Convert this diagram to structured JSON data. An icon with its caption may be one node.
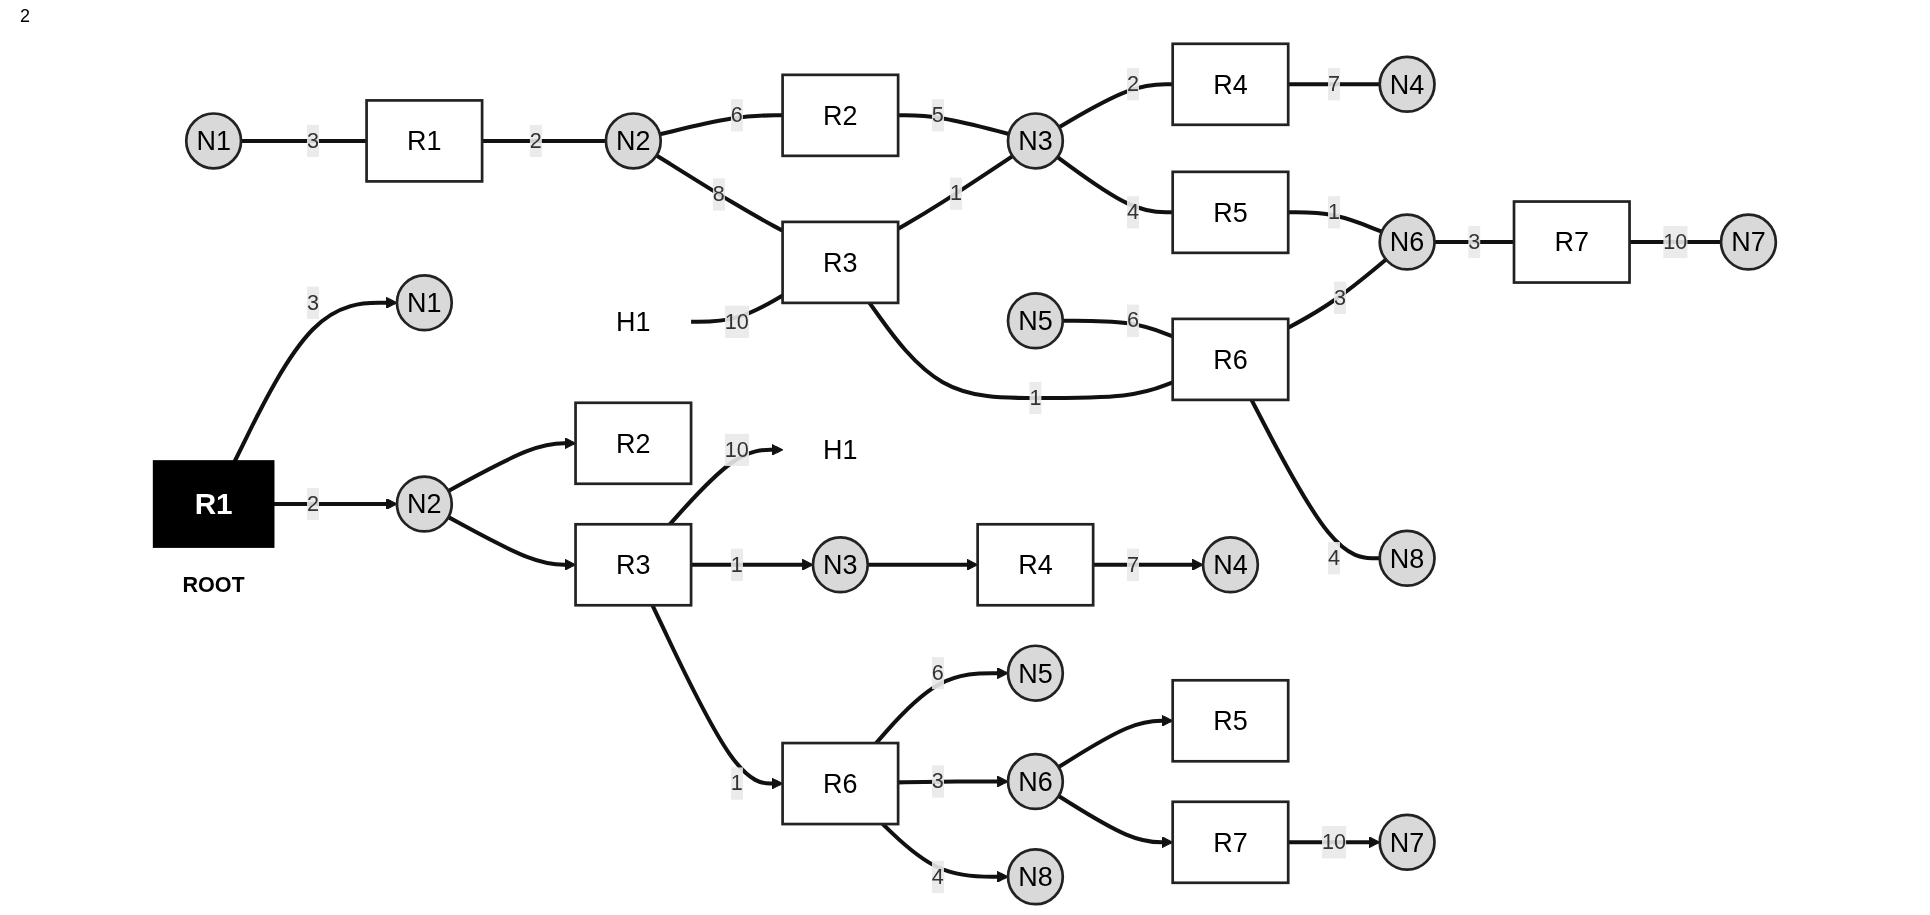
{
  "diagram": {
    "nodes": [
      {
        "text": [
          "N1"
        ]
      },
      {
        "text": [
          "R1"
        ]
      },
      {
        "text": [
          "N2"
        ]
      },
      {
        "text": [
          "R2"
        ]
      },
      {
        "text": [
          "H1"
        ]
      },
      {
        "text": [
          "R3"
        ]
      },
      {
        "text": [
          "N3"
        ]
      },
      {
        "text": [
          "R4"
        ]
      },
      {
        "text": [
          "N4"
        ]
      },
      {
        "text": [
          "R5"
        ]
      },
      {
        "text": [
          "N5"
        ]
      },
      {
        "text": [
          "R6"
        ]
      },
      {
        "text": [
          "N6"
        ]
      },
      {
        "text": [
          "R7"
        ]
      },
      {
        "text": [
          "N7"
        ]
      },
      {
        "text": [
          "N8"
        ]
      },
      {
        "text": [
          "N1"
        ]
      },
      {
        "text": [
          "R1"
        ],
        "beside": [
          "ROOT"
        ]
      },
      {
        "text": [
          "N2"
        ]
      },
      {
        "text": [
          "R2"
        ]
      },
      {
        "text": [
          "H1"
        ]
      },
      {
        "text": [
          "R3"
        ]
      },
      {
        "text": [
          "N3"
        ]
      },
      {
        "text": [
          "R4"
        ]
      },
      {
        "text": [
          "N4"
        ]
      },
      {
        "text": [
          "R5"
        ]
      },
      {
        "text": [
          "N5"
        ]
      },
      {
        "text": [
          "R6"
        ]
      },
      {
        "text": [
          "N6"
        ]
      },
      {
        "text": [
          "R7"
        ]
      },
      {
        "text": [
          "N7"
        ]
      },
      {
        "text": [
          "N8"
        ]
      }
    ],
    "edges": [
      {
        "from": 0,
        "to": 1,
        "arrow": "none",
        "label": "3"
      },
      {
        "from": 1,
        "to": 2,
        "arrow": "none",
        "label": "2"
      },
      {
        "from": 2,
        "to": 3,
        "arrow": "none",
        "label": "6"
      },
      {
        "from": 2,
        "to": 5,
        "arrow": "none",
        "label": "8"
      },
      {
        "from": 4,
        "to": 5,
        "arrow": "none",
        "label": "10"
      },
      {
        "from": 5,
        "to": 6,
        "arrow": "none",
        "label": "1"
      },
      {
        "from": 3,
        "to": 6,
        "arrow": "none",
        "label": "5"
      },
      {
        "from": 6,
        "to": 7,
        "arrow": "none",
        "label": "2"
      },
      {
        "from": 7,
        "to": 8,
        "arrow": "none",
        "label": "7"
      },
      {
        "from": 6,
        "to": 9,
        "arrow": "none",
        "label": "4"
      },
      {
        "from": 5,
        "to": 11,
        "arrow": "none",
        "label": "1"
      },
      {
        "from": 9,
        "to": 12,
        "arrow": "none",
        "label": "1"
      },
      {
        "from": 10,
        "to": 11,
        "arrow": "none",
        "label": "6"
      },
      {
        "from": 11,
        "to": 12,
        "arrow": "none",
        "label": "3"
      },
      {
        "from": 12,
        "to": 13,
        "arrow": "none",
        "label": "3"
      },
      {
        "from": 13,
        "to": 14,
        "arrow": "none",
        "label": "10"
      },
      {
        "from": 11,
        "to": 15,
        "arrow": "none",
        "label": "4"
      },
      {
        "from": 17,
        "to": 16,
        "arrow": "to",
        "label": "3"
      },
      {
        "from": 17,
        "to": 18,
        "arrow": "to",
        "label": "2"
      },
      {
        "from": 18,
        "to": 19,
        "arrow": "to"
      },
      {
        "from": 18,
        "to": 21,
        "arrow": "to"
      },
      {
        "from": 21,
        "to": 20,
        "arrow": "to",
        "label": "10"
      },
      {
        "from": 21,
        "to": 22,
        "arrow": "to",
        "label": "1"
      },
      {
        "from": 22,
        "to": 23,
        "arrow": "to"
      },
      {
        "from": 23,
        "to": 24,
        "arrow": "to",
        "label": "7"
      },
      {
        "from": 21,
        "to": 27,
        "arrow": "to",
        "label": "1"
      },
      {
        "from": 28,
        "to": 25,
        "arrow": "to"
      },
      {
        "from": 27,
        "to": 26,
        "arrow": "to",
        "label": "6"
      },
      {
        "from": 27,
        "to": 28,
        "arrow": "to",
        "label": "3"
      },
      {
        "from": 28,
        "to": 29,
        "arrow": "to"
      },
      {
        "from": 29,
        "to": 30,
        "arrow": "to",
        "label": "10"
      },
      {
        "from": 27,
        "to": 31,
        "arrow": "to",
        "label": "4"
      }
    ],
    "labels": [
      "2"
    ]
  }
}
